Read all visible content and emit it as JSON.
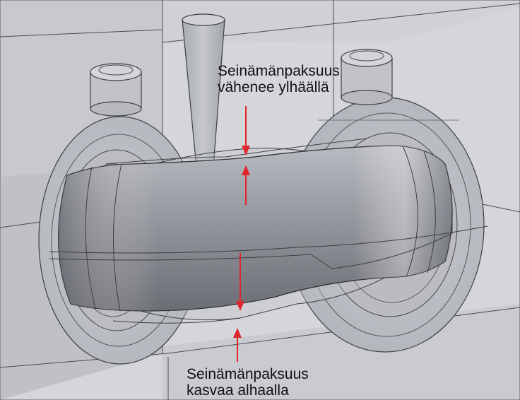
{
  "annotations": {
    "top": {
      "line1": "Seinämänpaksuus",
      "line2": "vähenee ylhäällä"
    },
    "bottom": {
      "line1": "Seinämänpaksuus",
      "line2": "kasvaa alhaalla"
    }
  },
  "colors": {
    "background": "#d6d8dc",
    "pipe": "#8e9097",
    "edges": "#3a3a3e",
    "arrows": "#e0252b"
  },
  "icons": {
    "arrow": "red-arrow-icon"
  }
}
